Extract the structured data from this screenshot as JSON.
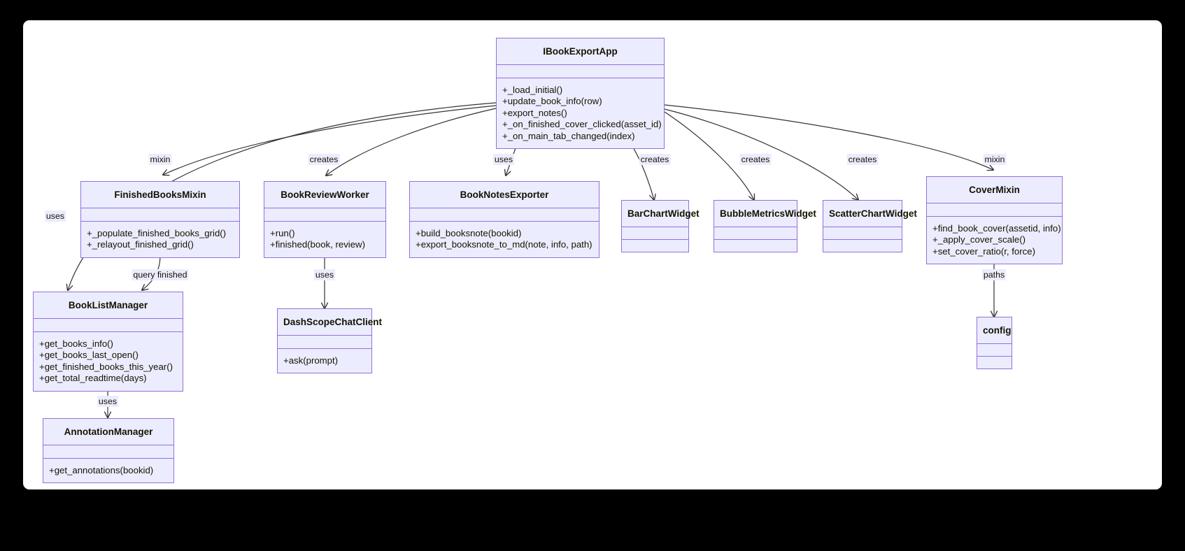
{
  "diagram": {
    "type": "uml-class-diagram",
    "canvas_background": "#ffffff",
    "page_background": "#000000",
    "class_fill": "#ECECFF",
    "class_border": "#9370DB",
    "edge_color": "#333333",
    "classes": [
      {
        "id": "IBookExportApp",
        "name": "IBookExportApp",
        "attributes": [],
        "methods": [
          "+_load_initial()",
          "+update_book_info(row)",
          "+export_notes()",
          "+_on_finished_cover_clicked(asset_id)",
          "+_on_main_tab_changed(index)"
        ]
      },
      {
        "id": "FinishedBooksMixin",
        "name": "FinishedBooksMixin",
        "attributes": [],
        "methods": [
          "+_populate_finished_books_grid()",
          "+_relayout_finished_grid()"
        ]
      },
      {
        "id": "BookReviewWorker",
        "name": "BookReviewWorker",
        "attributes": [],
        "methods": [
          "+run()",
          "+finished(book, review)"
        ]
      },
      {
        "id": "BookNotesExporter",
        "name": "BookNotesExporter",
        "attributes": [],
        "methods": [
          "+build_booksnote(bookid)",
          "+export_booksnote_to_md(note, info, path)"
        ]
      },
      {
        "id": "BarChartWidget",
        "name": "BarChartWidget",
        "attributes": [],
        "methods": []
      },
      {
        "id": "BubbleMetricsWidget",
        "name": "BubbleMetricsWidget",
        "attributes": [],
        "methods": []
      },
      {
        "id": "ScatterChartWidget",
        "name": "ScatterChartWidget",
        "attributes": [],
        "methods": []
      },
      {
        "id": "CoverMixin",
        "name": "CoverMixin",
        "attributes": [],
        "methods": [
          "+find_book_cover(assetid, info)",
          "+_apply_cover_scale()",
          "+set_cover_ratio(r, force)"
        ]
      },
      {
        "id": "BookListManager",
        "name": "BookListManager",
        "attributes": [],
        "methods": [
          "+get_books_info()",
          "+get_books_last_open()",
          "+get_finished_books_this_year()",
          "+get_total_readtime(days)"
        ]
      },
      {
        "id": "DashScopeChatClient",
        "name": "DashScopeChatClient",
        "attributes": [],
        "methods": [
          "+ask(prompt)"
        ]
      },
      {
        "id": "config",
        "name": "config",
        "attributes": [],
        "methods": []
      },
      {
        "id": "AnnotationManager",
        "name": "AnnotationManager",
        "attributes": [],
        "methods": [
          "+get_annotations(bookid)"
        ]
      }
    ],
    "edges": [
      {
        "from": "IBookExportApp",
        "to": "FinishedBooksMixin",
        "label": "mixin"
      },
      {
        "from": "IBookExportApp",
        "to": "BookListManager",
        "label": "uses"
      },
      {
        "from": "IBookExportApp",
        "to": "BookReviewWorker",
        "label": "creates"
      },
      {
        "from": "IBookExportApp",
        "to": "BookNotesExporter",
        "label": "uses"
      },
      {
        "from": "IBookExportApp",
        "to": "BarChartWidget",
        "label": "creates"
      },
      {
        "from": "IBookExportApp",
        "to": "BubbleMetricsWidget",
        "label": "creates"
      },
      {
        "from": "IBookExportApp",
        "to": "ScatterChartWidget",
        "label": "creates"
      },
      {
        "from": "IBookExportApp",
        "to": "CoverMixin",
        "label": "mixin"
      },
      {
        "from": "FinishedBooksMixin",
        "to": "BookListManager",
        "label": "query finished"
      },
      {
        "from": "BookReviewWorker",
        "to": "DashScopeChatClient",
        "label": "uses"
      },
      {
        "from": "CoverMixin",
        "to": "config",
        "label": "paths"
      },
      {
        "from": "BookListManager",
        "to": "AnnotationManager",
        "label": "uses"
      }
    ]
  }
}
